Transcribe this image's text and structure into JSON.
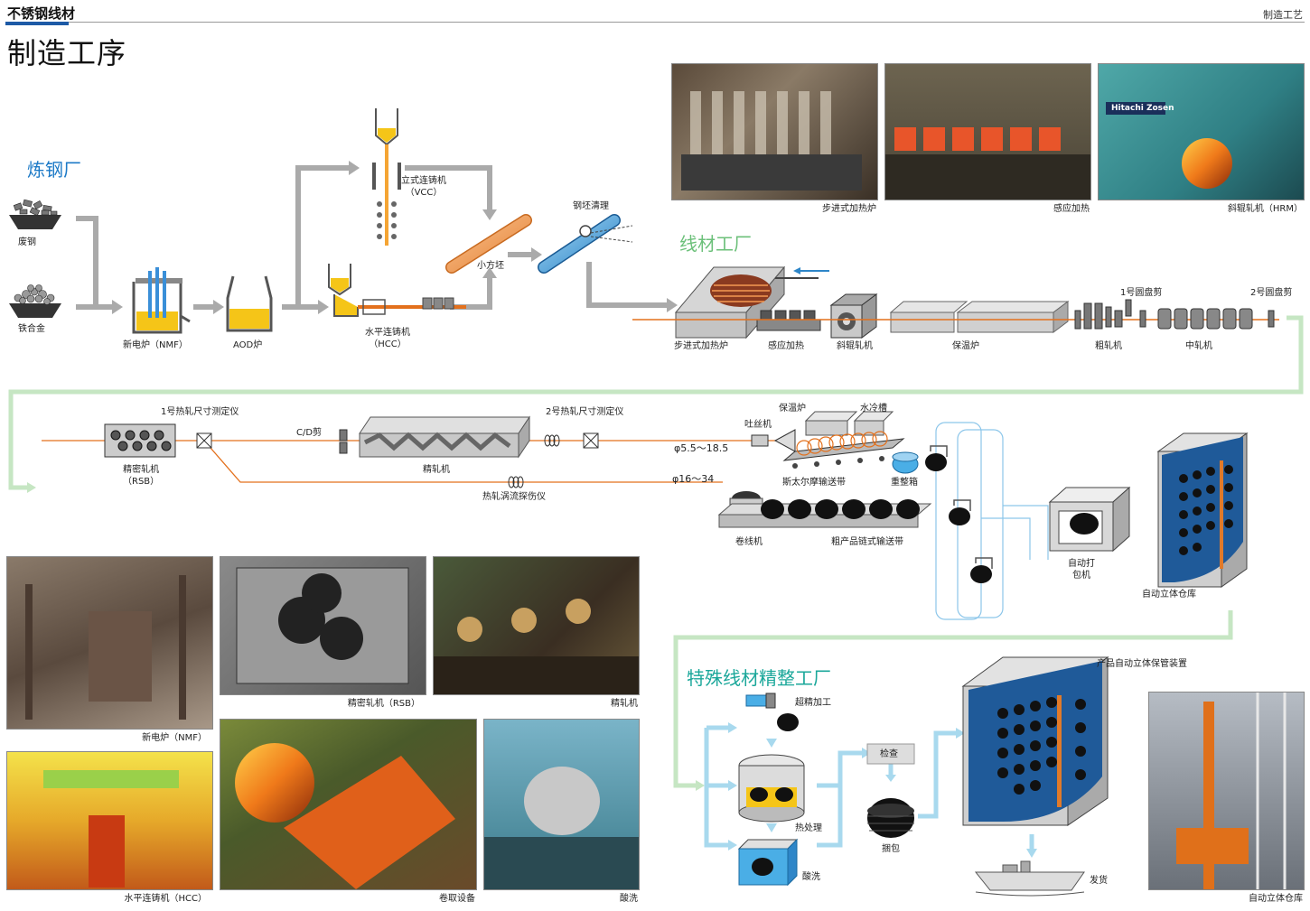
{
  "header": {
    "left": "不锈钢线材",
    "right": "制造工艺"
  },
  "page_title": "制造工序",
  "sections": {
    "steel_plant": "炼钢厂",
    "wire_plant": "线材工厂",
    "special_plant": "特殊线材精整工厂"
  },
  "colors": {
    "steel_plant": "#1d7ac7",
    "wire_plant": "#6cc07a",
    "special_plant": "#1aa79a",
    "accent_blue": "#1d5aa6"
  },
  "steel_plant": {
    "scrap": "废钢",
    "ferroalloy": "铁合金",
    "nmf": "新电炉（NMF）",
    "aod": "AOD炉",
    "vcc": [
      "立式连铸机",
      "（VCC）"
    ],
    "hcc": [
      "水平连铸机",
      "（HCC）"
    ],
    "billet": "小方坯",
    "billet_cleaning": "钢坯清理"
  },
  "photos_top": [
    {
      "caption": "步进式加热炉"
    },
    {
      "caption": "感应加热"
    },
    {
      "caption": "斜辊轧机（HRM）",
      "sign": "Hitachi Zosen"
    }
  ],
  "wire_line_1": {
    "walking_furnace": "步进式加热炉",
    "induction": "感应加热",
    "skew_mill": "斜辊轧机",
    "holding_furnace": "保温炉",
    "rough_mill": "粗轧机",
    "shear1": "1号圆盘剪",
    "mid_mill": "中轧机",
    "shear2": "2号圆盘剪"
  },
  "wire_line_2": {
    "gauge1": "1号热轧尺寸测定仪",
    "rsb": [
      "精密轧机",
      "（RSB）"
    ],
    "cd_shear": "C/D剪",
    "finish_mill": "精轧机",
    "gauge2": "2号热轧尺寸测定仪",
    "eddy": "热轧涡流探伤仪",
    "holding": "保温炉",
    "water": "水冷槽",
    "laying_head": "吐丝机",
    "size_small": "φ5.5～18.5",
    "size_large": "φ16～34",
    "stelmor": "斯太尔摩输送带",
    "reform": "重整箱",
    "coiler": "卷线机",
    "chain_conveyor": "粗产品链式输送带",
    "auto_bind": [
      "自动打",
      "包机"
    ],
    "auto_warehouse": "自动立体仓库"
  },
  "special_plant": {
    "ultra_finish": "超精加工",
    "heat_treat": "热处理",
    "pickling": "酸洗",
    "inspection": "检查",
    "bundling": "捆包",
    "storage": "产品自动立体保管装置",
    "shipping": "发货"
  },
  "photos_bottom": [
    {
      "caption": "新电炉（NMF）"
    },
    {
      "caption": "精密轧机（RSB）"
    },
    {
      "caption": "精轧机"
    },
    {
      "caption": "水平连铸机（HCC）"
    },
    {
      "caption": "卷取设备"
    },
    {
      "caption": "酸洗"
    },
    {
      "caption": "自动立体仓库"
    }
  ]
}
